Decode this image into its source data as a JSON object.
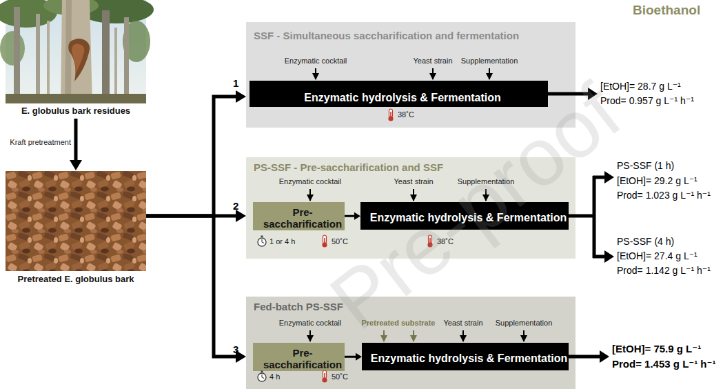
{
  "diagram": {
    "nodes": [
      {
        "text": [
          "E. globulus bark residues"
        ]
      },
      {
        "text": [
          "Pretreated E. globulus bark"
        ]
      },
      {
        "text": [
          "SSF - Simultaneous saccharification and fermentation"
        ]
      },
      {
        "text": [
          "Enzymatic hydrolysis & Fermentation"
        ],
        "in": 2
      },
      {
        "text": [
          "PS-SSF - Pre-saccharification and SSF"
        ]
      },
      {
        "text": [
          "Pre-saccharification"
        ],
        "in": 4
      },
      {
        "text": [
          "Enzymatic hydrolysis & Fermentation"
        ],
        "in": 4
      },
      {
        "text": [
          "Fed-batch PS-SSF"
        ]
      },
      {
        "text": [
          "Pre-saccharification"
        ],
        "in": 7
      },
      {
        "text": [
          "Enzymatic hydrolysis & Fermentation"
        ],
        "in": 7
      }
    ],
    "edges": [
      {
        "from": 0,
        "to": 1,
        "label": "Kraft pretreatment",
        "arrow": "to"
      },
      {
        "from": 1,
        "to": 2,
        "arrow": "to"
      },
      {
        "from": 1,
        "to": 4,
        "arrow": "to"
      },
      {
        "from": 1,
        "to": 7,
        "arrow": "to"
      },
      {
        "from": 5,
        "to": 6,
        "arrow": "to"
      },
      {
        "from": 8,
        "to": 9,
        "arrow": "to"
      }
    ],
    "labels": [
      "Bioethanol",
      "1",
      "2",
      "3",
      "Enzymatic cocktail",
      "Yeast strain",
      "Supplementation",
      "38˚C",
      "Enzymatic cocktail",
      "Yeast strain",
      "Supplementation",
      "1 or 4 h",
      "50˚C",
      "38˚C",
      "Enzymatic cocktail",
      "Pretreated substrate",
      "Yeast strain",
      "Supplementation",
      "4 h",
      "50˚C",
      "[EtOH]= 28.7 g L⁻¹",
      "Prod= 0.957 g L⁻¹ h⁻¹",
      "PS-SSF (1 h)",
      "[EtOH]= 29.2 g L⁻¹",
      "Prod= 1.023 g L⁻¹ h⁻¹",
      "PS-SSF (4 h)",
      "[EtOH]= 27.4 g L⁻¹",
      "Prod= 1.142 g L⁻¹ h⁻¹",
      "[EtOH]= 75.9 g L⁻¹",
      "Prod= 1.453 g L⁻¹ h⁻¹",
      "Pre-proof"
    ]
  }
}
